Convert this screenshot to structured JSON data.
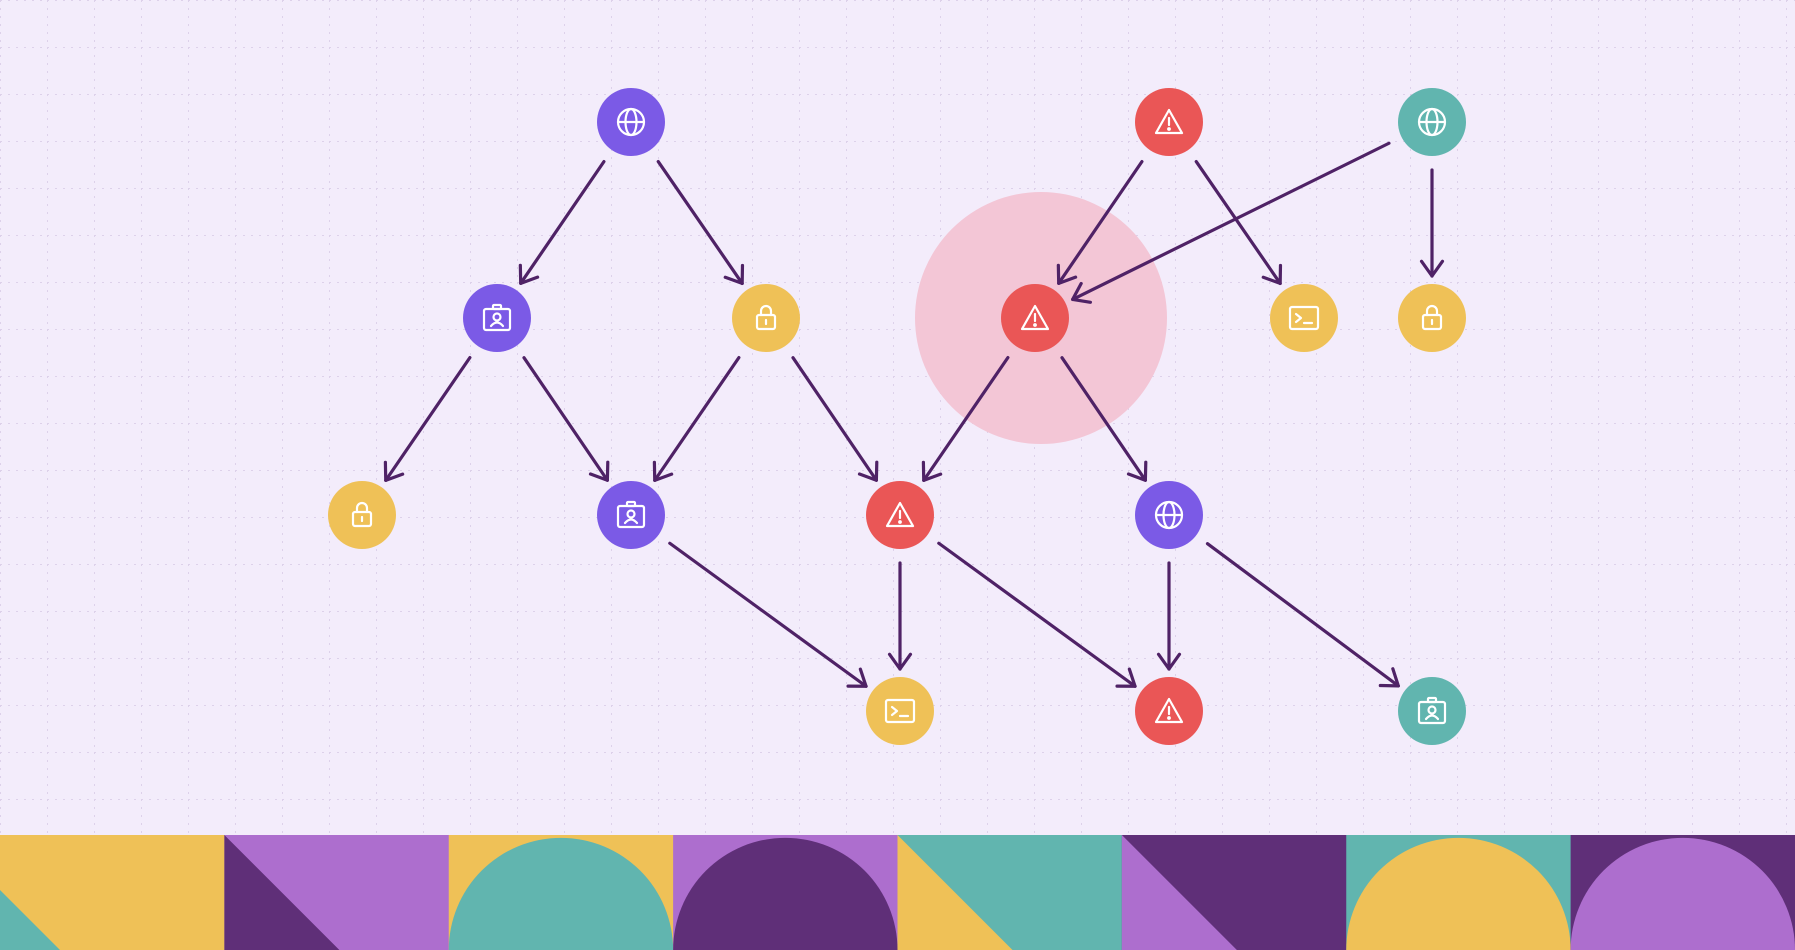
{
  "colors": {
    "background": "#f3ecfb",
    "grid": "#ddd1ea",
    "edge": "#4f2266",
    "violet": "#7b5ae6",
    "yellow": "#efc157",
    "red": "#ea5656",
    "teal": "#61b5af",
    "highlight": "#f3c6d6",
    "band_purple_light": "#ad6ece",
    "band_purple_dark": "#5f2f78",
    "icon_stroke": "#ffffff"
  },
  "diagram": {
    "nodes": [
      {
        "id": "n1",
        "icon": "globe-icon",
        "color": "violet"
      },
      {
        "id": "n2",
        "icon": "warning-icon",
        "color": "red"
      },
      {
        "id": "n3",
        "icon": "globe-icon",
        "color": "teal"
      },
      {
        "id": "n4",
        "icon": "id-badge-icon",
        "color": "violet"
      },
      {
        "id": "n5",
        "icon": "lock-icon",
        "color": "yellow"
      },
      {
        "id": "n6",
        "icon": "warning-icon",
        "color": "red",
        "highlighted": true
      },
      {
        "id": "n7",
        "icon": "terminal-icon",
        "color": "yellow"
      },
      {
        "id": "n8",
        "icon": "lock-icon",
        "color": "yellow"
      },
      {
        "id": "n9",
        "icon": "lock-icon",
        "color": "yellow"
      },
      {
        "id": "n10",
        "icon": "id-badge-icon",
        "color": "violet"
      },
      {
        "id": "n11",
        "icon": "warning-icon",
        "color": "red"
      },
      {
        "id": "n12",
        "icon": "globe-icon",
        "color": "violet"
      },
      {
        "id": "n13",
        "icon": "terminal-icon",
        "color": "yellow"
      },
      {
        "id": "n14",
        "icon": "warning-icon",
        "color": "red"
      },
      {
        "id": "n15",
        "icon": "id-badge-icon",
        "color": "teal"
      }
    ],
    "edges": [
      {
        "from": "n1",
        "to": "n4"
      },
      {
        "from": "n1",
        "to": "n5"
      },
      {
        "from": "n2",
        "to": "n6"
      },
      {
        "from": "n2",
        "to": "n7"
      },
      {
        "from": "n3",
        "to": "n6"
      },
      {
        "from": "n3",
        "to": "n8"
      },
      {
        "from": "n4",
        "to": "n9"
      },
      {
        "from": "n4",
        "to": "n10"
      },
      {
        "from": "n5",
        "to": "n10"
      },
      {
        "from": "n5",
        "to": "n11"
      },
      {
        "from": "n6",
        "to": "n11"
      },
      {
        "from": "n6",
        "to": "n12"
      },
      {
        "from": "n10",
        "to": "n13"
      },
      {
        "from": "n11",
        "to": "n13"
      },
      {
        "from": "n11",
        "to": "n14"
      },
      {
        "from": "n12",
        "to": "n14"
      },
      {
        "from": "n12",
        "to": "n15"
      }
    ]
  },
  "decorative_band": {
    "tiles": [
      {
        "pattern": "triangle-corner",
        "fg": "teal",
        "bg": "yellow"
      },
      {
        "pattern": "diagonal-split",
        "fg": "band_purple_dark",
        "bg": "band_purple_light"
      },
      {
        "pattern": "semicircle",
        "fg": "teal",
        "bg": "yellow"
      },
      {
        "pattern": "semicircle",
        "fg": "band_purple_dark",
        "bg": "band_purple_light"
      },
      {
        "pattern": "diagonal-split",
        "fg": "yellow",
        "bg": "teal"
      },
      {
        "pattern": "diagonal-split",
        "fg": "band_purple_light",
        "bg": "band_purple_dark"
      },
      {
        "pattern": "semicircle",
        "fg": "yellow",
        "bg": "teal"
      },
      {
        "pattern": "semicircle",
        "fg": "band_purple_light",
        "bg": "band_purple_dark"
      }
    ]
  }
}
